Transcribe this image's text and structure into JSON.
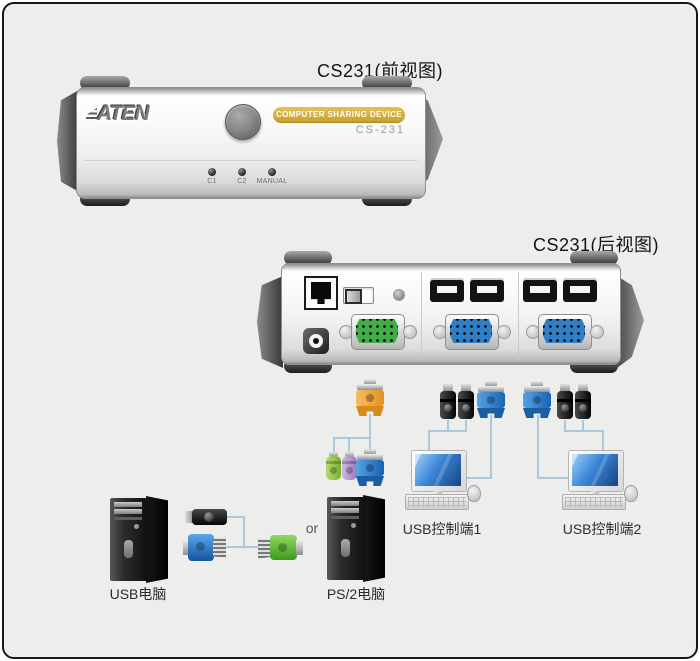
{
  "front_view": {
    "title": "CS231(前视图)",
    "brand": "ATEN",
    "badge": "COMPUTER SHARING DEVICE",
    "model": "CS-231",
    "leds": [
      {
        "label": "C1"
      },
      {
        "label": "C2"
      },
      {
        "label": "MANUAL"
      }
    ]
  },
  "rear_view": {
    "title": "CS231(后视图)"
  },
  "diagram": {
    "or": "or",
    "usb_computer": "USB电脑",
    "ps2_computer": "PS/2电脑",
    "console1": "USB控制端1",
    "console2": "USB控制端2"
  },
  "colors": {
    "background": "#edeeec",
    "badge_gold": "#d2a93c",
    "cable_blue": "#a7c9de",
    "vga_green": "#3fae49",
    "vga_blue": "#2e7fc6",
    "connector_orange": "#ef9f2e",
    "ps2_green": "#8dc63f",
    "ps2_purple": "#b79bd4",
    "screen_blue": "#2a6fc0"
  }
}
